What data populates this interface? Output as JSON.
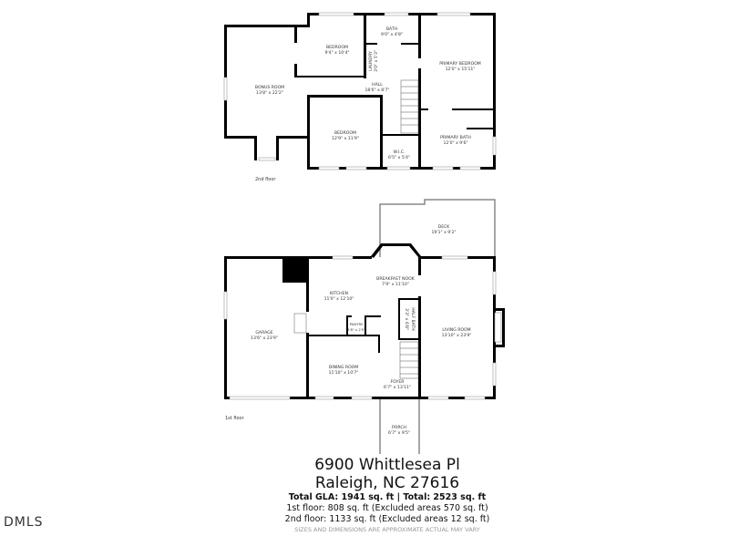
{
  "floors": {
    "second": {
      "label": "2nd floor",
      "rooms": [
        {
          "name": "BONUS ROOM",
          "dims": "13'8\" x 22'2\""
        },
        {
          "name": "BEDROOM",
          "dims": "9'4\" x 10'4\""
        },
        {
          "name": "BATH",
          "dims": "9'0\" x 4'8\""
        },
        {
          "name": "LAUNDRY",
          "dims": "3'0\" x 5'3\""
        },
        {
          "name": "HALL",
          "dims": "18'6\" x 8'7\""
        },
        {
          "name": "PRIMARY BEDROOM",
          "dims": "12'0\" x 15'11\""
        },
        {
          "name": "BEDROOM",
          "dims": "12'9\" x 11'9\""
        },
        {
          "name": "W.I.C.",
          "dims": "6'5\" x 5'4\""
        },
        {
          "name": "PRIMARY BATH",
          "dims": "12'0\" x 9'6\""
        }
      ]
    },
    "first": {
      "label": "1st floor",
      "rooms": [
        {
          "name": "DECK",
          "dims": "19'1\" x 9'2\""
        },
        {
          "name": "BREAKFAST NOOK",
          "dims": "7'9\" x 11'10\""
        },
        {
          "name": "KITCHEN",
          "dims": "11'0\" x 12'10\""
        },
        {
          "name": "GARAGE",
          "dims": "13'6\" x 23'9\""
        },
        {
          "name": "PANTRY",
          "dims": "3'8\" x 2'5\""
        },
        {
          "name": "HALF BATH",
          "dims": "3'3\" x 6'8\""
        },
        {
          "name": "LIVING ROOM",
          "dims": "13'10\" x 23'9\""
        },
        {
          "name": "DINING ROOM",
          "dims": "11'10\" x 10'7\""
        },
        {
          "name": "FOYER",
          "dims": "6'7\" x 13'11\""
        },
        {
          "name": "PORCH",
          "dims": "6'7\" x 9'5\""
        }
      ]
    }
  },
  "footer": {
    "address_line1": "6900 Whittlesea Pl",
    "address_line2": "Raleigh, NC  27616",
    "totals": "Total GLA: 1941 sq. ft | Total: 2523 sq. ft",
    "first_floor": "1st floor: 808 sq. ft (Excluded areas 570 sq. ft)",
    "second_floor": "2nd floor: 1133 sq. ft (Excluded areas 12 sq. ft)",
    "disclaimer": "SIZES AND DIMENSIONS ARE APPROXIMATE ACTUAL MAY VARY"
  },
  "logo": "DMLS"
}
